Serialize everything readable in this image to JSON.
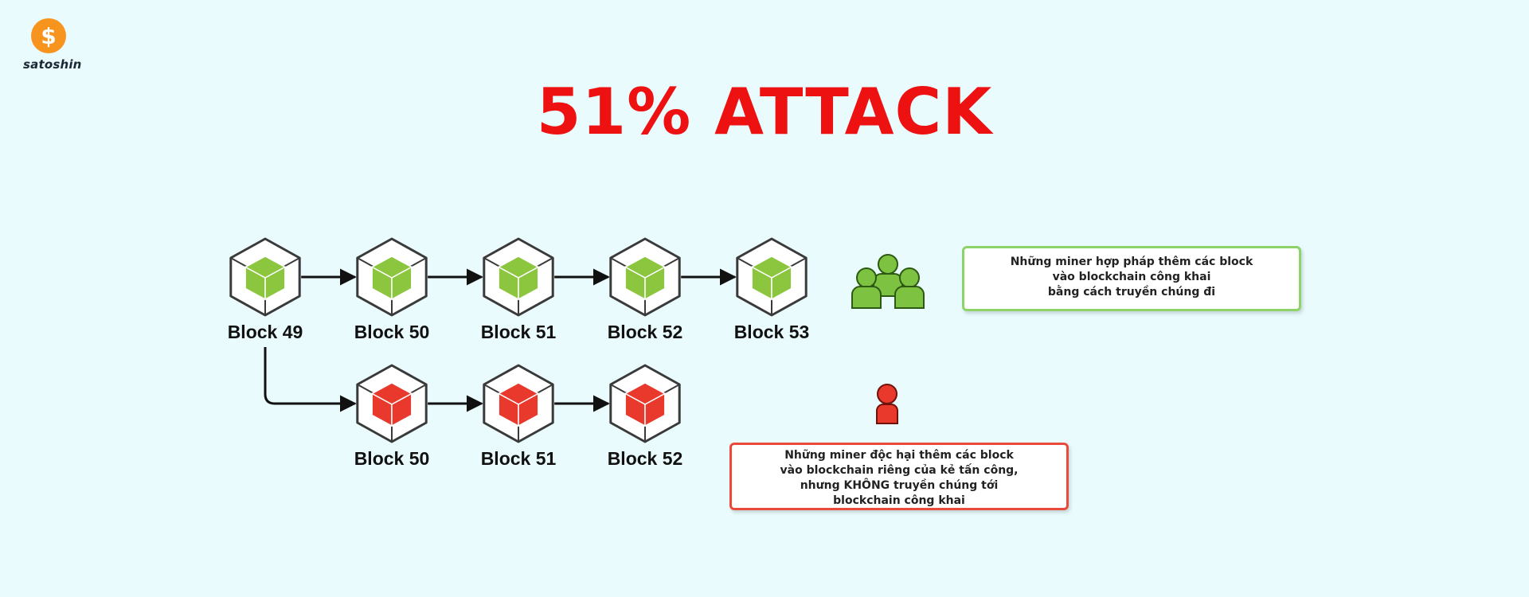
{
  "logo": {
    "text": "satoshin",
    "symbol": "$",
    "coin_color": "#f7941d"
  },
  "title": "51% ATTACK",
  "colors": {
    "title": "#ee1111",
    "honest": "#8cc63f",
    "attacker": "#e8392c",
    "background": "#e9fbfd"
  },
  "public_chain": {
    "blocks": [
      "Block 49",
      "Block 50",
      "Block 51",
      "Block 52",
      "Block 53"
    ],
    "miners_icon": "honest-miners-group-icon",
    "note": [
      "Những miner hợp pháp thêm các block",
      "vào blockchain công khai",
      "bằng cách truyền chúng đi"
    ]
  },
  "private_chain": {
    "blocks": [
      "Block 50",
      "Block 51",
      "Block 52"
    ],
    "miner_icon": "attacker-miner-icon",
    "note": [
      "Những miner độc hại thêm các block",
      "vào blockchain riêng của kẻ tấn công,",
      "nhưng KHÔNG truyền chúng tới",
      "blockchain công khai"
    ]
  }
}
